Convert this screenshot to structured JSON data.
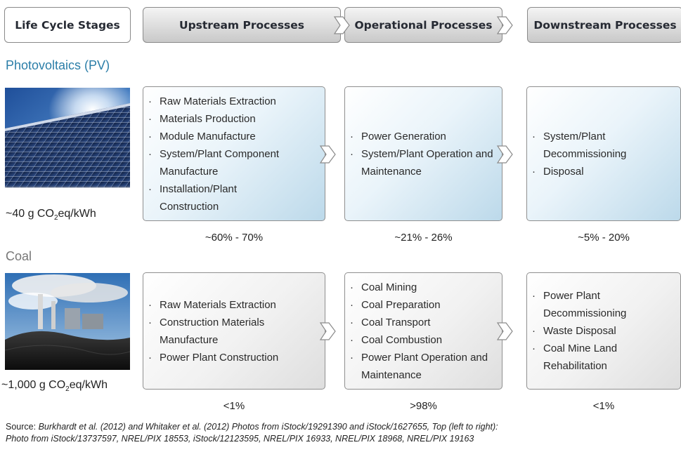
{
  "header": {
    "life_cycle_stages": "Life Cycle Stages",
    "upstream": "Upstream Processes",
    "operational": "Operational Processes",
    "downstream": "Downstream Processes"
  },
  "pv": {
    "title": "Photovoltaics (PV)",
    "emission_prefix": "~40 g CO",
    "emission_sub": "2",
    "emission_suffix": "eq/kWh",
    "upstream": {
      "items": [
        "Raw Materials Extraction",
        "Materials Production",
        "Module Manufacture",
        "System/Plant Component Manufacture",
        "Installation/Plant Construction"
      ],
      "share": "~60% - 70%"
    },
    "operational": {
      "items": [
        "Power Generation",
        "System/Plant Operation and Maintenance"
      ],
      "share": "~21% - 26%"
    },
    "downstream": {
      "items": [
        "System/Plant Decommissioning",
        "Disposal"
      ],
      "share": "~5% - 20%"
    }
  },
  "coal": {
    "title": "Coal",
    "emission_prefix": "~1,000 g CO",
    "emission_sub": "2",
    "emission_suffix": "eq/kWh",
    "upstream": {
      "items": [
        "Raw Materials Extraction",
        "Construction Materials Manufacture",
        "Power Plant Construction"
      ],
      "share": "<1%"
    },
    "operational": {
      "items": [
        "Coal Mining",
        "Coal Preparation",
        "Coal Transport",
        "Coal Combustion",
        "Power Plant Operation and Maintenance"
      ],
      "share": ">98%"
    },
    "downstream": {
      "items": [
        "Power Plant Decommissioning",
        "Waste Disposal",
        "Coal Mine Land Rehabilitation"
      ],
      "share": "<1%"
    }
  },
  "source": {
    "lead": "Source:",
    "text": "Burkhardt et al. (2012) and Whitaker et al. (2012)  Photos from iStock/19291390 and iStock/1627655, Top (left to right):",
    "line2": "Photo from iStock/13737597, NREL/PIX 18553, iStock/12123595, NREL/PIX 16933, NREL/PIX 18968, NREL/PIX 19163"
  },
  "bullet_glyph": "·",
  "colors": {
    "pv_title": "#2b7ea8",
    "coal_title": "#777777",
    "pv_box_tint": "#bcd9ea",
    "header_fill": "#c9c9c9"
  },
  "icons": {
    "connector": "chevron-right-icon"
  }
}
